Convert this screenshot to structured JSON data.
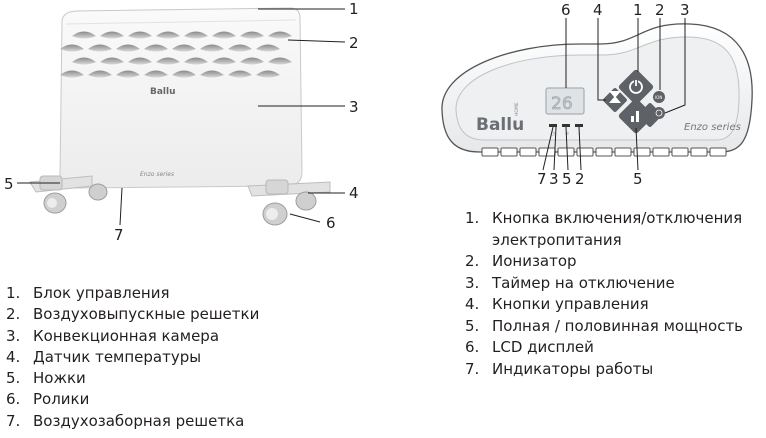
{
  "heater": {
    "brand": "Ballu",
    "series_label": "Enzo series",
    "callouts": [
      "1",
      "2",
      "3",
      "4",
      "5",
      "6",
      "7"
    ]
  },
  "panel": {
    "brand": "Ballu",
    "brand_sub": "HOME",
    "series_label": "Enzo series",
    "display_value": "26",
    "callouts_top": [
      "6",
      "4",
      "1",
      "2",
      "3"
    ],
    "callouts_bottom": [
      "7",
      "3",
      "5",
      "2",
      "5"
    ]
  },
  "legend_left": [
    {
      "num": "1.",
      "text": "Блок управления"
    },
    {
      "num": "2.",
      "text": "Воздуховыпускные решетки"
    },
    {
      "num": "3.",
      "text": "Конвекционная камера"
    },
    {
      "num": "4.",
      "text": "Датчик температуры"
    },
    {
      "num": "5.",
      "text": "Ножки"
    },
    {
      "num": "6.",
      "text": "Ролики"
    },
    {
      "num": "7.",
      "text": "Воздухозаборная решетка"
    }
  ],
  "legend_right": [
    {
      "num": "1.",
      "text": "Кнопка включения/отключения электропитания"
    },
    {
      "num": "2.",
      "text": "Ионизатор"
    },
    {
      "num": "3.",
      "text": "Таймер на отключение"
    },
    {
      "num": "4.",
      "text": "Кнопки управления"
    },
    {
      "num": "5.",
      "text": "Полная / половинная мощность"
    },
    {
      "num": "6.",
      "text": "LCD дисплей"
    },
    {
      "num": "7.",
      "text": "Индикаторы работы"
    }
  ]
}
